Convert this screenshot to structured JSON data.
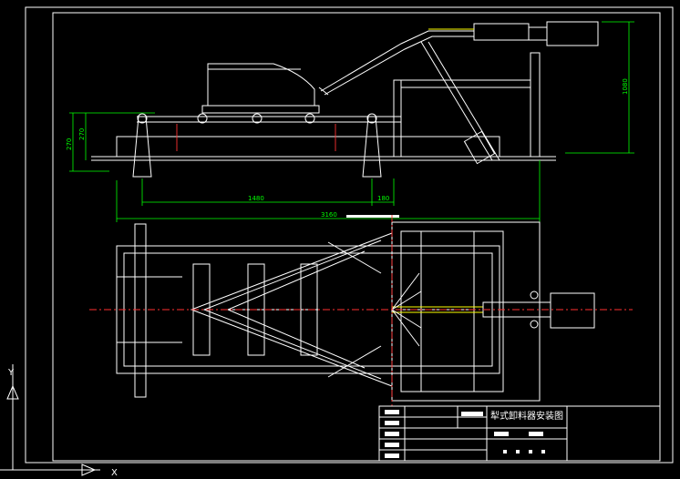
{
  "drawing": {
    "title": "犁式卸料器安装图",
    "line_color": "#ffffff",
    "dimension_color": "#00ff00",
    "centerline_color": "#ff3030",
    "background": "#000000"
  },
  "dimensions": {
    "overall_height": "270",
    "inner_height": "270",
    "right_height": "1080",
    "span_main": "1480",
    "span_small": "180",
    "span_total": "3160"
  },
  "ucs": {
    "y_label": "Y",
    "x_label": "X"
  }
}
